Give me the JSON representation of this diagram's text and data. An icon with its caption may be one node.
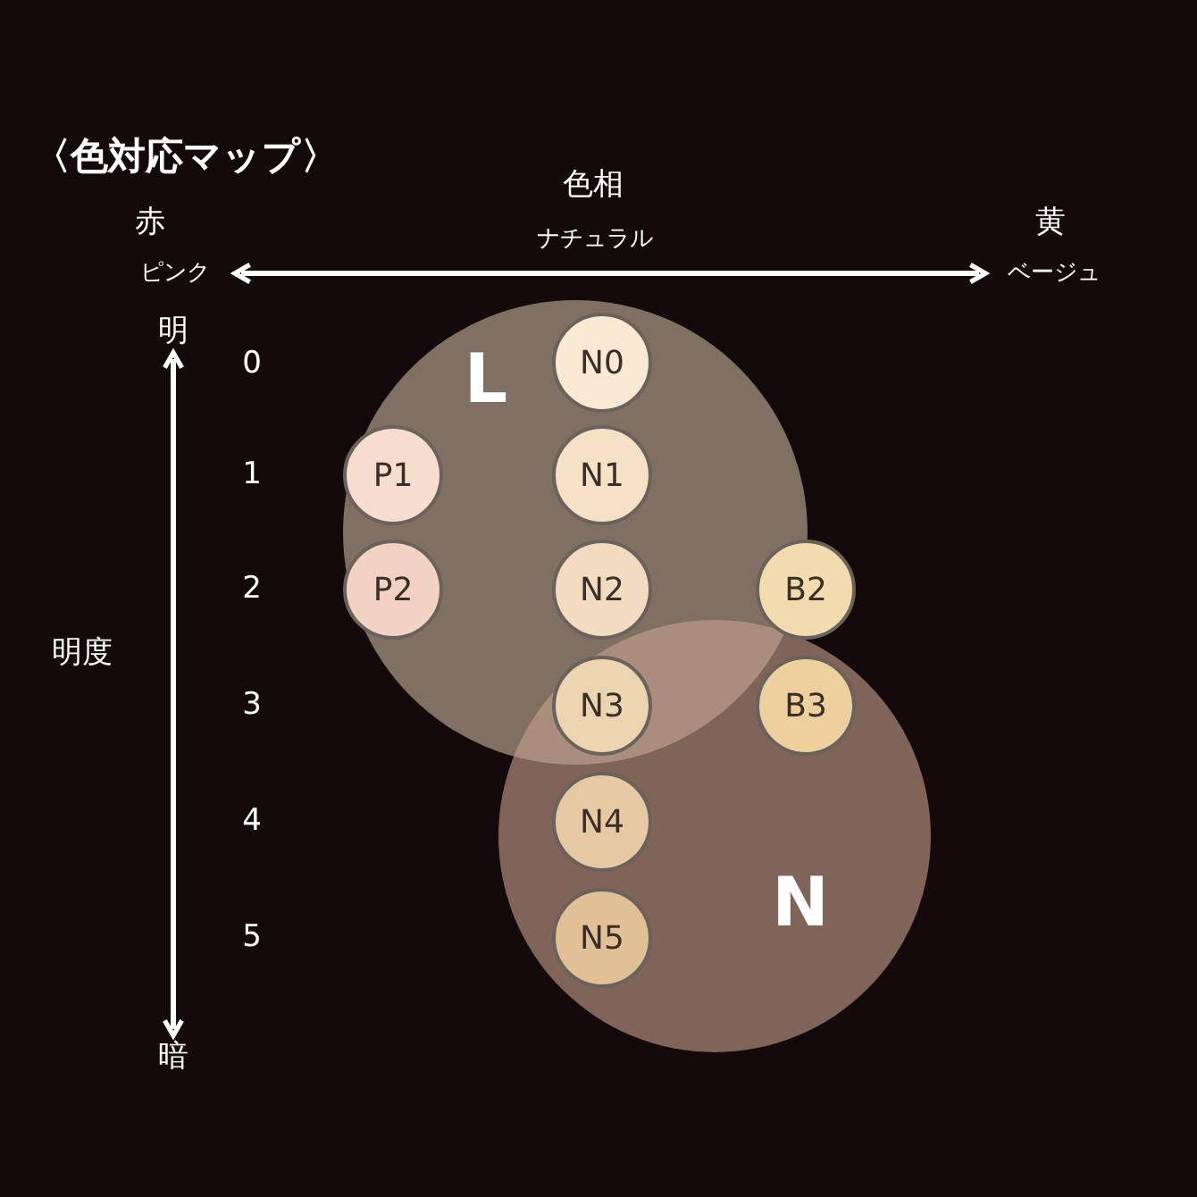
{
  "diagram": {
    "title": "〈色対応マップ〉",
    "nodes": [
      {
        "text": [
          "L"
        ]
      },
      {
        "text": [
          "N"
        ]
      },
      {
        "text": [
          "N0"
        ],
        "in": 0
      },
      {
        "text": [
          "P1"
        ],
        "in": 0
      },
      {
        "text": [
          "N1"
        ],
        "in": 0
      },
      {
        "text": [
          "P2"
        ],
        "in": 0
      },
      {
        "text": [
          "N2"
        ],
        "in": 0
      },
      {
        "text": [
          "B2"
        ]
      },
      {
        "text": [
          "N3"
        ]
      },
      {
        "text": [
          "B3"
        ],
        "in": 1
      },
      {
        "text": [
          "N4"
        ],
        "in": 1
      },
      {
        "text": [
          "N5"
        ],
        "in": 1
      }
    ],
    "edges": [],
    "labels": [
      "色相",
      "赤",
      "黄",
      "ナチュラル",
      "ピンク",
      "ベージュ",
      "明",
      "0",
      "1",
      "2",
      "明度",
      "3",
      "4",
      "5",
      "暗"
    ]
  }
}
